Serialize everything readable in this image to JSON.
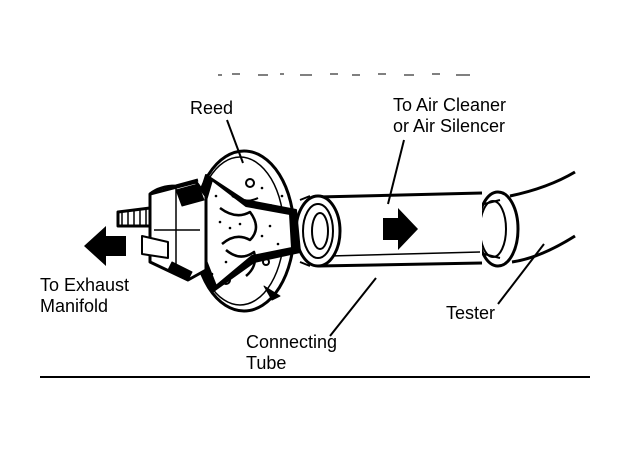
{
  "labels": {
    "reed": "Reed",
    "air_cleaner_line1": "To Air Cleaner",
    "air_cleaner_line2": "or Air Silencer",
    "exhaust_line1": "To Exhaust",
    "exhaust_line2": "Manifold",
    "connecting_line1": "Connecting",
    "connecting_line2": "Tube",
    "tester": "Tester"
  },
  "colors": {
    "ink": "#000000",
    "paper": "#ffffff"
  }
}
